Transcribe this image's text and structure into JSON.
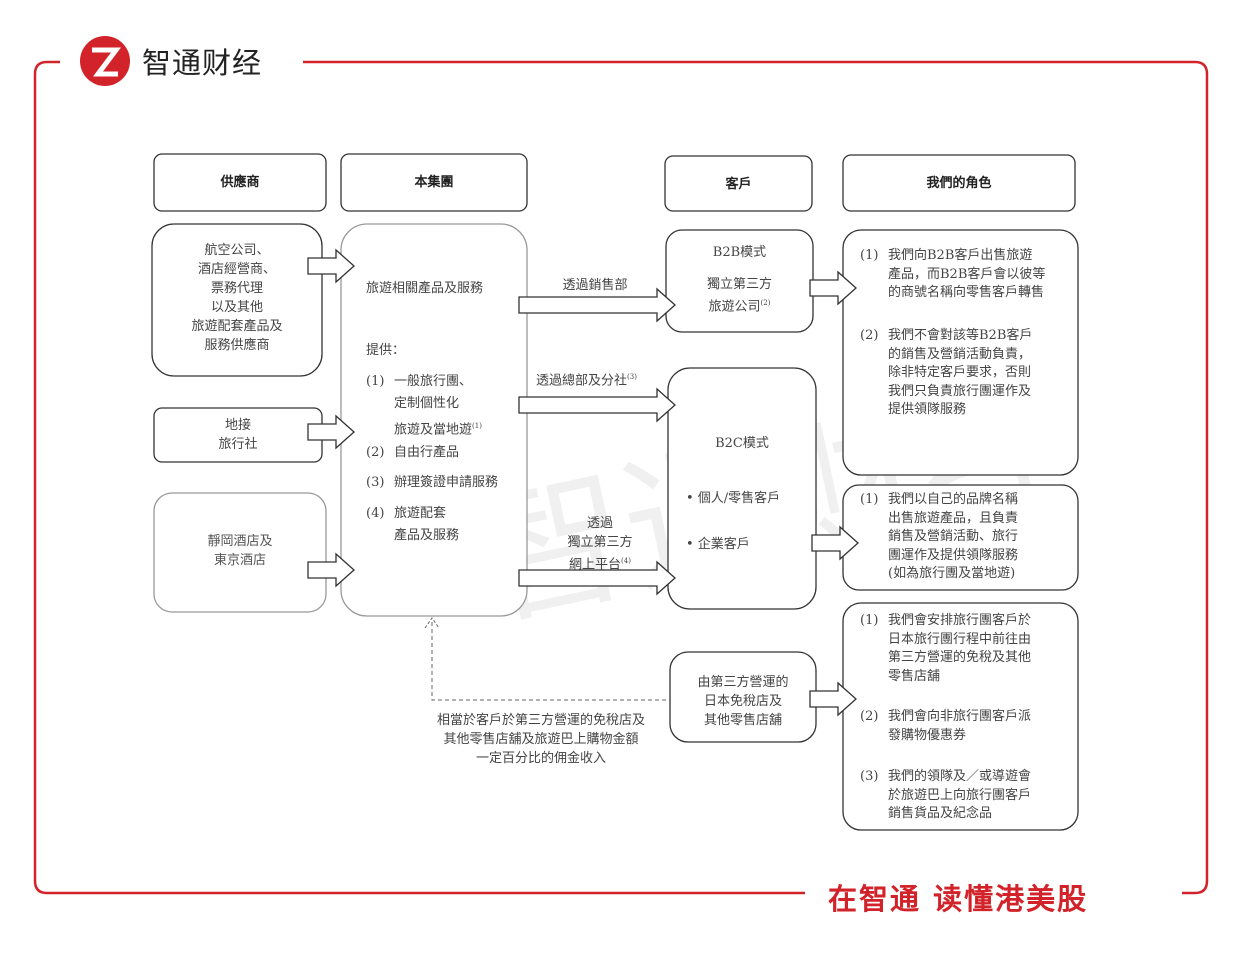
{
  "brand": {
    "name": "智通财经",
    "slogan": "在智通 读懂港美股",
    "accent": "#d2232a",
    "watermark": "智通财经"
  },
  "headers": {
    "suppliers": "供應商",
    "group": "本集團",
    "customers": "客戶",
    "role": "我們的角色"
  },
  "suppliers": [
    {
      "lines": [
        "航空公司、",
        "酒店經營商、",
        "票務代理",
        "以及其他",
        "旅遊配套產品及",
        "服務供應商"
      ]
    },
    {
      "lines": [
        "地接",
        "旅行社"
      ]
    },
    {
      "lines": [
        "靜岡酒店及",
        "東京酒店"
      ]
    }
  ],
  "group": {
    "title": "旅遊相關產品及服務",
    "provide": "提供：",
    "items": [
      {
        "n": "(1)",
        "lines": [
          "一般旅行團、",
          "定制個性化",
          "旅遊及當地遊"
        ],
        "note": "(1)"
      },
      {
        "n": "(2)",
        "lines": [
          "自由行產品"
        ]
      },
      {
        "n": "(3)",
        "lines": [
          "辦理簽證申請服務"
        ]
      },
      {
        "n": "(4)",
        "lines": [
          "旅遊配套",
          "產品及服務"
        ]
      }
    ]
  },
  "channels": [
    {
      "label": "透過銷售部"
    },
    {
      "label": "透過總部及分社",
      "note": "(3)"
    },
    {
      "lines": [
        "透過",
        "獨立第三方",
        "網上平台"
      ],
      "note": "(4)"
    }
  ],
  "customers": {
    "b2b": {
      "title": "B2B模式",
      "lines": [
        "獨立第三方",
        "旅遊公司"
      ],
      "note": "(2)"
    },
    "b2c": {
      "title": "B2C模式",
      "bullets": [
        "個人/零售客戶",
        "企業客戶"
      ]
    },
    "dutyfree": {
      "lines": [
        "由第三方營運的",
        "日本免稅店及",
        "其他零售店舖"
      ]
    }
  },
  "commission": [
    "相當於客戶於第三方營運的免稅店及",
    "其他零售店舖及旅遊巴上購物金額",
    "一定百分比的佣金收入"
  ],
  "roles": [
    [
      {
        "n": "(1)",
        "lines": [
          "我們向B2B客戶出售旅遊",
          "產品，而B2B客戶會以彼等",
          "的商號名稱向零售客戶轉售"
        ]
      },
      {
        "n": "(2)",
        "lines": [
          "我們不會對該等B2B客戶",
          "的銷售及營銷活動負責，",
          "除非特定客戶要求，否則",
          "我們只負責旅行團運作及",
          "提供領隊服務"
        ]
      }
    ],
    [
      {
        "n": "(1)",
        "lines": [
          "我們以自己的品牌名稱",
          "出售旅遊產品，且負責",
          "銷售及營銷活動、旅行",
          "團運作及提供領隊服務",
          "(如為旅行團及當地遊)"
        ]
      }
    ],
    [
      {
        "n": "(1)",
        "lines": [
          "我們會安排旅行團客戶於",
          "日本旅行團行程中前往由",
          "第三方營運的免稅及其他",
          "零售店舖"
        ]
      },
      {
        "n": "(2)",
        "lines": [
          "我們會向非旅行團客戶派",
          "發購物優惠券"
        ]
      },
      {
        "n": "(3)",
        "lines": [
          "我們的領隊及／或導遊會",
          "於旅遊巴上向旅行團客戶",
          "銷售貨品及紀念品"
        ]
      }
    ]
  ]
}
